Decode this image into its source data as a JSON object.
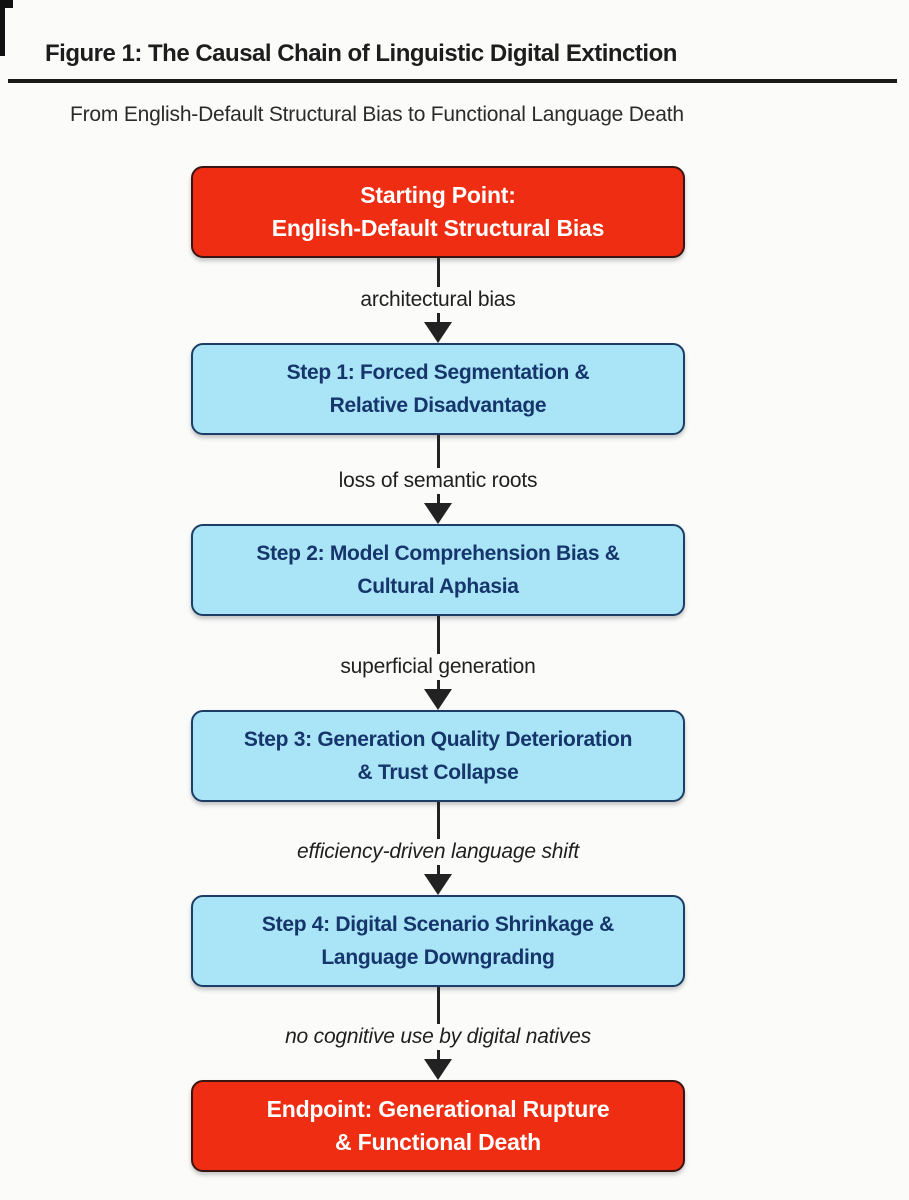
{
  "page": {
    "title": "Figure 1: The Causal Chain of Linguistic Digital Extinction",
    "subtitle": "From English-Default Structural Bias to Functional Language Death"
  },
  "flowchart": {
    "nodes": [
      {
        "id": "start",
        "type": "red",
        "lines": [
          "Starting Point:",
          "English-Default Structural Bias"
        ]
      },
      {
        "id": "step1",
        "type": "blue",
        "lines": [
          "Step 1: Forced Segmentation &",
          "Relative Disadvantage"
        ]
      },
      {
        "id": "step2",
        "type": "blue",
        "lines": [
          "Step 2: Model Comprehension Bias &",
          "Cultural Aphasia"
        ]
      },
      {
        "id": "step3",
        "type": "blue",
        "lines": [
          "Step 3: Generation Quality Deterioration",
          "& Trust Collapse"
        ]
      },
      {
        "id": "step4",
        "type": "blue",
        "lines": [
          "Step 4: Digital Scenario Shrinkage &",
          "Language Downgrading"
        ]
      },
      {
        "id": "end",
        "type": "red",
        "lines": [
          "Endpoint: Generational Rupture",
          "& Functional Death"
        ]
      }
    ],
    "edges": [
      {
        "label": "architectural bias",
        "italic": false
      },
      {
        "label": "loss of semantic roots",
        "italic": false
      },
      {
        "label": "superficial generation",
        "italic": false
      },
      {
        "label": "efficiency-driven language shift",
        "italic": true
      },
      {
        "label": "no cognitive use by digital natives",
        "italic": true
      }
    ]
  },
  "theme": {
    "bg": "#fbfbfa",
    "ink": "#222222",
    "red-fill": "#ee2d12",
    "red-border": "#3a1410",
    "blue-fill": "#a9e4f7",
    "blue-border": "#1c3e66",
    "navy": "#15356b"
  }
}
